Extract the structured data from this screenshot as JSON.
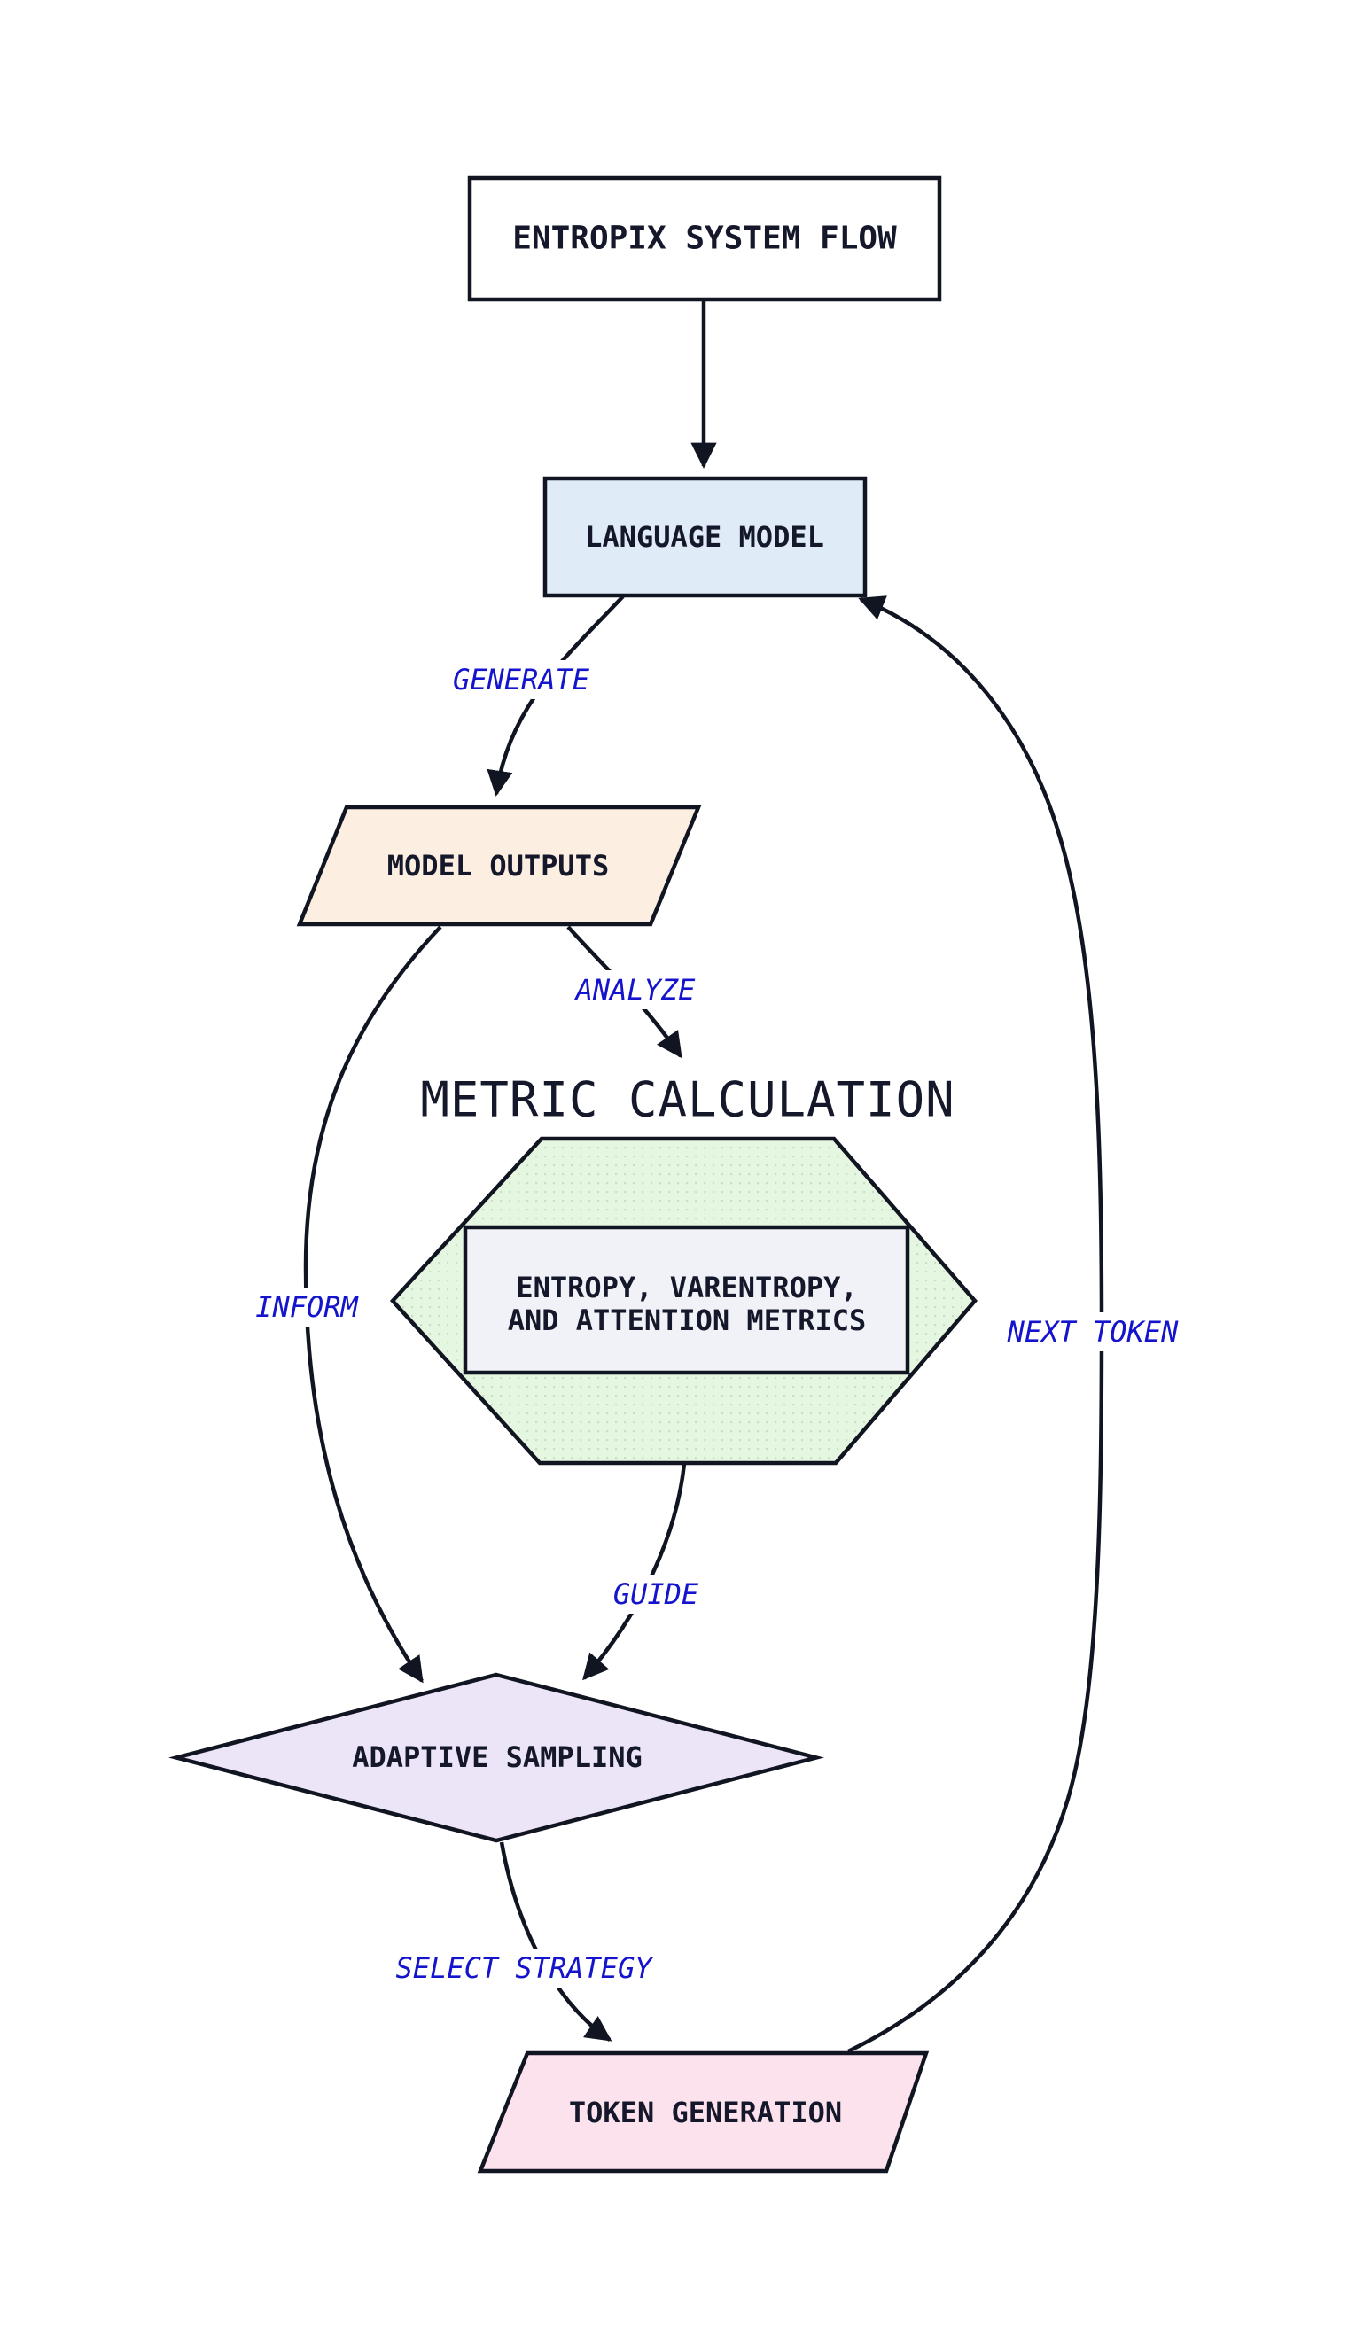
{
  "diagram": {
    "title": {
      "label": "ENTROPIX SYSTEM FLOW",
      "fill": "#ffffff"
    },
    "nodes": {
      "language_model": {
        "label": "LANGUAGE MODEL",
        "fill": "#e0ebf8"
      },
      "model_outputs": {
        "label": "MODEL OUTPUTS",
        "fill": "#fceee1"
      },
      "metric_calculation": {
        "heading": "METRIC CALCULATION",
        "hex_fill": "#e6f7e1",
        "hex_dot_color": "#cbdfc7"
      },
      "metrics_box": {
        "line1": "ENTROPY, VARENTROPY,",
        "line2": "AND ATTENTION METRICS",
        "fill": "#f0f2f7"
      },
      "adaptive_sampling": {
        "label": "ADAPTIVE SAMPLING",
        "fill": "#ece5f7"
      },
      "token_generation": {
        "label": "TOKEN GENERATION",
        "fill": "#fce2ed"
      }
    },
    "edge_labels": {
      "generate": "GENERATE",
      "analyze": "ANALYZE",
      "inform": "INFORM",
      "guide": "GUIDE",
      "select_strategy": "SELECT STRATEGY",
      "next_token": "NEXT TOKEN"
    },
    "colors": {
      "edge_label_text": "#1414cd",
      "line_stroke": "#111522",
      "node_text": "#14182a",
      "background": "#ffffff"
    }
  }
}
